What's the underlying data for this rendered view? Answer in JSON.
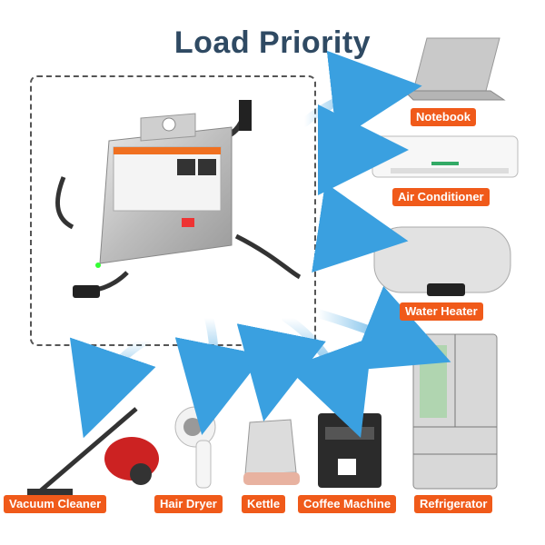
{
  "title": "Load Priority",
  "colors": {
    "label_bg": "#f05a1a",
    "arrow": "#3aa0e0",
    "title": "#2f4a63"
  },
  "labels": {
    "notebook": "Notebook",
    "air_conditioner": "Air Conditioner",
    "water_heater": "Water Heater",
    "refrigerator": "Refrigerator",
    "vacuum_cleaner": "Vacuum Cleaner",
    "hair_dryer": "Hair Dryer",
    "kettle": "Kettle",
    "coffee_machine": "Coffee Machine"
  }
}
